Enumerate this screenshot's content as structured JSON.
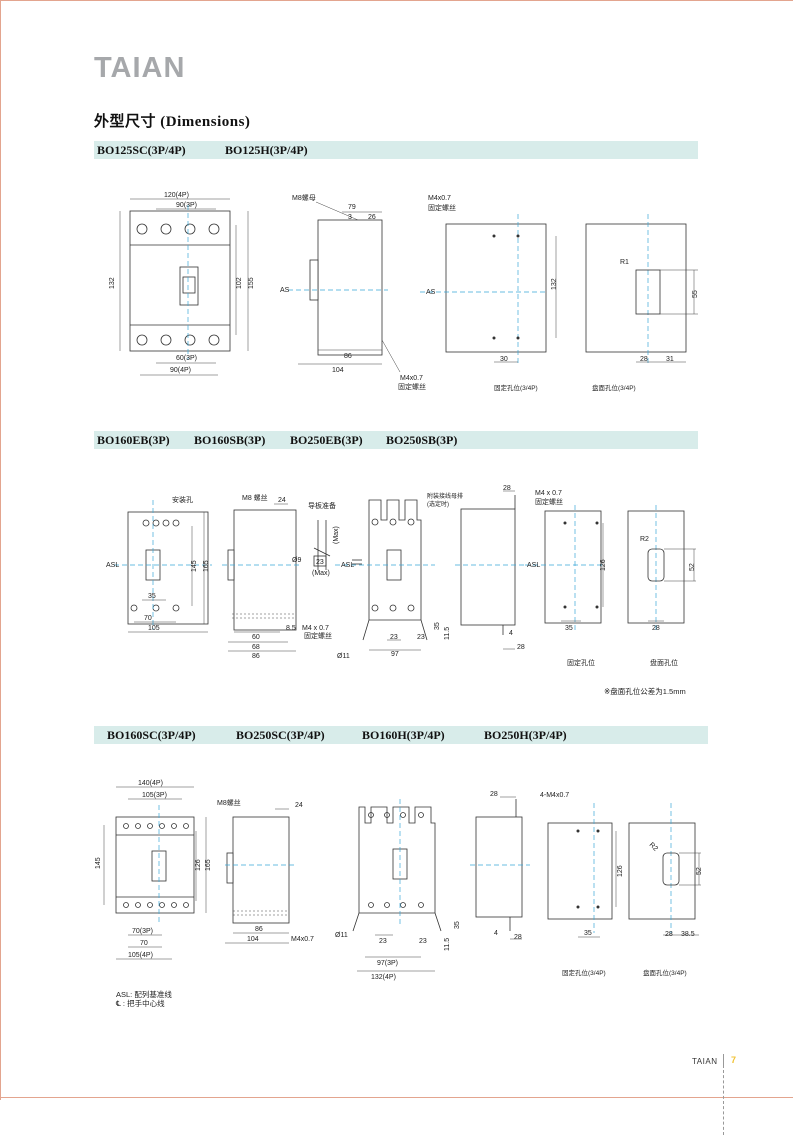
{
  "brand": "TAIAN",
  "page_title": "外型尺寸 (Dimensions)",
  "page_number": "7",
  "sections": [
    {
      "models": [
        "BO125SC(3P/4P)",
        "BO125H(3P/4P)"
      ]
    },
    {
      "models": [
        "BO160EB(3P)",
        "BO160SB(3P)",
        "BO250EB(3P)",
        "BO250SB(3P)"
      ]
    },
    {
      "models": [
        "BO160SC(3P/4P)",
        "BO250SC(3P/4P)",
        "BO160H(3P/4P)",
        "BO250H(3P/4P)"
      ]
    }
  ],
  "s1": {
    "front": {
      "w4p": "120(4P)",
      "w3p": "90(3P)",
      "h1": "132",
      "h2": "102",
      "h3": "155",
      "b3p": "60(3P)",
      "b4p": "90(4P)"
    },
    "side": {
      "nut": "M8螺母",
      "d79": "79",
      "d3": "3",
      "d26": "26",
      "as": "AS",
      "d86": "86",
      "d104": "104",
      "screw": "M4x0.7",
      "screw_cn": "固定螺丝"
    },
    "hole": {
      "screw": "M4x0.7",
      "screw_cn": "固定螺丝",
      "as": "AS",
      "d132": "132",
      "d30": "30",
      "caption": "固定孔位(3/4P)"
    },
    "panel": {
      "r": "R1",
      "d55": "55",
      "d28": "28",
      "d31": "31",
      "caption": "盘面孔位(3/4P)"
    }
  },
  "s2": {
    "front": {
      "hole": "安装孔",
      "asl": "ASL",
      "d145": "145",
      "d165": "165",
      "d35": "35",
      "d70": "70",
      "d105": "105"
    },
    "side": {
      "screw": "M8 螺丝",
      "d24": "24",
      "d9": "Ø9",
      "d23": "23",
      "max": "(Max)",
      "d85": "8.5",
      "m4": "M4 x 0.7",
      "m4_cn": "固定螺丝",
      "d60": "60",
      "d68": "68",
      "d86": "86"
    },
    "busbar": {
      "label": "导板准备",
      "max": "(Max)"
    },
    "terminal": {
      "label": "附装接线母排",
      "sub": "(选定时)",
      "asl": "ASL",
      "d11": "Ø11",
      "d23a": "23",
      "d23b": "23",
      "d97": "97",
      "d35": "35",
      "d115": "11.5"
    },
    "side2": {
      "d28": "28",
      "d4": "4",
      "d28b": "28"
    },
    "hole": {
      "screw": "M4 x 0.7",
      "screw_cn": "固定螺丝",
      "asl": "ASL",
      "d126": "126",
      "d35": "35",
      "caption": "固定孔位"
    },
    "panel": {
      "r": "R2",
      "d52": "52",
      "d28": "28",
      "caption": "盘面孔位"
    },
    "note": "※盘面孔位公差为1.5mm"
  },
  "s3": {
    "front": {
      "w4p": "140(4P)",
      "w3p": "105(3P)",
      "d145": "145",
      "d126": "126",
      "d165": "165",
      "d70a": "70(3P)",
      "d70b": "70",
      "d105": "105(4P)"
    },
    "side": {
      "screw": "M8螺丝",
      "d24": "24",
      "d86": "86",
      "d104": "104",
      "m4": "M4x0.7"
    },
    "terminal": {
      "d11": "Ø11",
      "d23a": "23",
      "d23b": "23",
      "d35": "35",
      "d115": "11.5",
      "d97": "97(3P)",
      "d132": "132(4P)"
    },
    "side2": {
      "d28": "28",
      "d4": "4",
      "d28b": "28"
    },
    "hole": {
      "screw": "4-M4x0.7",
      "d126": "126",
      "d35": "35",
      "caption": "固定孔位(3/4P)"
    },
    "panel": {
      "r": "R2",
      "d52": "52",
      "d28": "28",
      "d385": "38.5",
      "caption": "盘面孔位(3/4P)"
    }
  },
  "legend": {
    "asl": "ASL:  配列基准线",
    "cl": "℄ :   把手中心线"
  }
}
